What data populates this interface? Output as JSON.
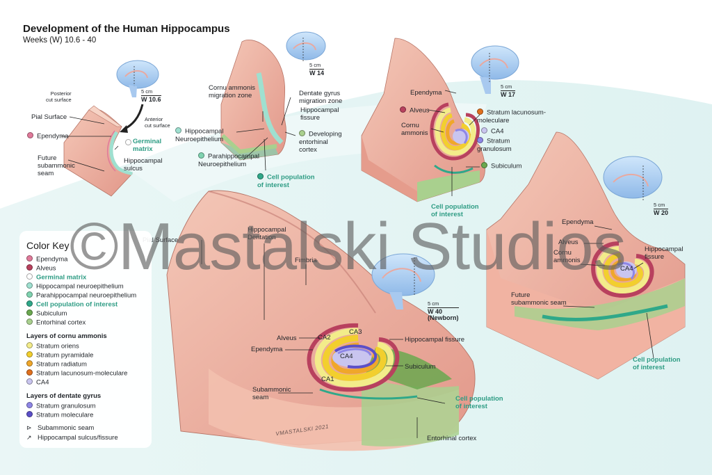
{
  "header": {
    "title": "Development of the Human Hippocampus",
    "subtitle": "Weeks (W) 10.6 - 40"
  },
  "colors": {
    "ependyma": "#e07a9a",
    "alveus": "#b8415e",
    "germinal_matrix": "#ffffff",
    "hippocampal_neuroepithelium": "#9fe0d0",
    "parahippocampal_neuroepithelium": "#7fd3b0",
    "cell_population": "#2fa889",
    "subiculum": "#6aa84f",
    "entorhinal_cortex": "#a9d08e",
    "stratum_oriens": "#f3ec8a",
    "stratum_pyramidale": "#f2cf2e",
    "stratum_radiatum": "#f0a72a",
    "stratum_lacunosum": "#e0701e",
    "ca4": "#c9c5ef",
    "stratum_granulosum": "#8e86e6",
    "stratum_moleculare": "#5b4fc8",
    "tissue": "#f2bfae",
    "tissue_dark": "#e39a88",
    "accent_teal": "#2e9c84"
  },
  "stages": {
    "w10": {
      "scale": "5 cm",
      "week": "W 10.6",
      "posterior": "Posterior\ncut surface",
      "anterior": "Anterior\ncut surface",
      "pial": "Pial Surface",
      "ependyma": "Ependyma",
      "germinal": "Germinal\nmatrix",
      "sulcus": "Hippocampal\nsulcus",
      "seam": "Future\nsubammonic\nseam"
    },
    "w14": {
      "scale": "5 cm",
      "week": "W 14",
      "ca_zone": "Cornu ammonis\nmigration zone",
      "dg_zone": "Dentate gyrus\nmigration zone",
      "fissure": "Hippocampal\nfissure",
      "hn": "Hippocampal\nNeuroepithelium",
      "entorhinal": "Developing\nentorhinal\ncortex",
      "phn": "Parahippocampal\nNeuroepithelium",
      "cells": "Cell population\nof interest"
    },
    "w17": {
      "scale": "5 cm",
      "week": "W 17",
      "ependyma": "Ependyma",
      "alveus": "Alveus",
      "lacunosum": "Stratum lacunosum-\nmoleculare",
      "cornu": "Cornu\nammonis",
      "ca4": "CA4",
      "granulosum": "Stratum\ngranulosum",
      "subiculum": "Subiculum",
      "cells": "Cell population\nof interest"
    },
    "w20": {
      "scale": "5 cm",
      "week": "W 20",
      "ependyma": "Ependyma",
      "alveus": "Alveus",
      "cornu": "Cornu\nammonis",
      "ca4": "CA4",
      "fissure": "Hippocampal\nfissure",
      "seam": "Future\nsubammonic seam",
      "cells": "Cell population\nof interest"
    },
    "w40": {
      "scale": "5 cm",
      "week": "W 40\n(Newborn)",
      "pial": "Pial Surface",
      "dentation": "Hippocampal\nDentation",
      "fimbria": "Fimbria",
      "alveus": "Alveus",
      "ependyma": "Ependyma",
      "ca1": "CA1",
      "ca2": "CA2",
      "ca3": "CA3",
      "ca4": "CA4",
      "fissure": "Hippocampal fissure",
      "subiculum": "Subiculum",
      "seam": "Subammonic\nseam",
      "cells": "Cell population\nof interest",
      "entorhinal": "Entorhinal cortex"
    }
  },
  "key": {
    "title": "Color Key",
    "items": [
      {
        "label": "Ependyma",
        "color": "#e07a9a"
      },
      {
        "label": "Alveus",
        "color": "#b8415e"
      },
      {
        "label": "Germinal matrix",
        "color": "#ffffff",
        "teal": true
      },
      {
        "label": "Hippocampal neuroepithelium",
        "color": "#9fe0d0"
      },
      {
        "label": "Parahippocampal neuroepithelium",
        "color": "#7fd3b0"
      },
      {
        "label": "Cell population of interest",
        "color": "#2fa889",
        "teal": true
      },
      {
        "label": "Subiculum",
        "color": "#6aa84f"
      },
      {
        "label": "Entorhinal cortex",
        "color": "#a9d08e"
      }
    ],
    "ca_title": "Layers of cornu ammonis",
    "ca_items": [
      {
        "label": "Stratum oriens",
        "color": "#f3ec8a"
      },
      {
        "label": "Stratum pyramidale",
        "color": "#f2cf2e"
      },
      {
        "label": "Stratum radiatum",
        "color": "#f0a72a"
      },
      {
        "label": "Stratum lacunosum-moleculare",
        "color": "#e0701e"
      },
      {
        "label": "CA4",
        "color": "#c9c5ef"
      }
    ],
    "dg_title": "Layers of dentate gyrus",
    "dg_items": [
      {
        "label": "Stratum granulosum",
        "color": "#8e86e6"
      },
      {
        "label": "Stratum moleculare",
        "color": "#5b4fc8"
      }
    ],
    "symbols": [
      {
        "label": "Subammonic seam",
        "glyph": "⊳"
      },
      {
        "label": "Hippocampal sulcus/fissure",
        "glyph": "↗"
      }
    ]
  },
  "watermark": "©Mastalski Studios",
  "signature": "VMASTALSKI 2021"
}
